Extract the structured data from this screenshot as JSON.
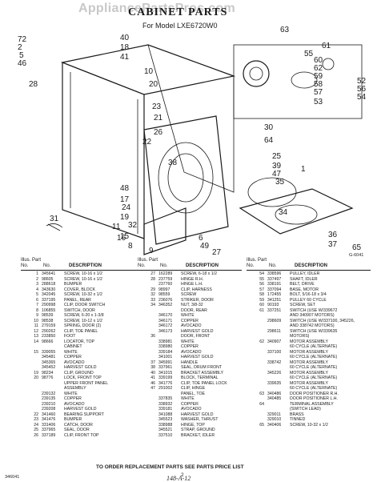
{
  "watermark": "AppliancePartsPros.com",
  "title": "CABINET PARTS",
  "subtitle": "For Model LXE6720W0",
  "figure_id": "G-6041",
  "callouts": [
    "72",
    "2",
    "5",
    "46",
    "40",
    "18",
    "41",
    "28",
    "10",
    "20",
    "23",
    "21",
    "26",
    "22",
    "38",
    "48",
    "17",
    "24",
    "19",
    "32",
    "15",
    "11",
    "31",
    "16",
    "8",
    "9",
    "6",
    "49",
    "27",
    "63",
    "61",
    "55",
    "60",
    "62",
    "59",
    "58",
    "57",
    "53",
    "52",
    "56",
    "54",
    "30",
    "64",
    "25",
    "39",
    "47",
    "35",
    "1",
    "34",
    "36",
    "37",
    "65"
  ],
  "parts_columns": [
    {
      "header": {
        "illus": "Illus. Part",
        "no": "No.",
        "pno": "No.",
        "desc": "DESCRIPTION"
      },
      "rows": [
        [
          "1",
          "345641",
          "SCREW, 10-16 x 1/2"
        ],
        [
          "2",
          "98605",
          "SCREW, 10-16 x 1/2"
        ],
        [
          "3",
          "288618",
          "BUMPER"
        ],
        [
          "4",
          "343630",
          "COVER, BLOCK"
        ],
        [
          "5",
          "342045",
          "SCREW, 10-32 x 1/2"
        ],
        [
          "6",
          "337195",
          "PANEL, REAR"
        ],
        [
          "7",
          "290998",
          "CLIP, DOOR SWITCH"
        ],
        [
          "8",
          "106855",
          "SWITCH, DOOR"
        ],
        [
          "9",
          "98539",
          "SCREW, 6-20 x 1-3/8"
        ],
        [
          "10",
          "98538",
          "SCREW, 10-12 x 1/2"
        ],
        [
          "11",
          "279159",
          "SPRING, DOOR (2)"
        ],
        [
          "12",
          "290262",
          "CLIP, TOE PANEL"
        ],
        [
          "13",
          "233850",
          "FOOT"
        ],
        [
          "14",
          "98666",
          "LOCATOR, TOP"
        ],
        [
          "",
          "",
          "CABINET"
        ],
        [
          "15",
          "339055",
          "WHITE"
        ],
        [
          "",
          "345481",
          "COPPER"
        ],
        [
          "",
          "345365",
          "AVOCADO"
        ],
        [
          "",
          "345452",
          "HARVEST GOLD"
        ],
        [
          "19",
          "98234",
          "CLIP, GROUND"
        ],
        [
          "20",
          "98776",
          "LOCK, FRONT TOP"
        ],
        [
          "",
          "",
          "UPPER FRONT PANEL"
        ],
        [
          "",
          "",
          "ASSEMBLY"
        ],
        [
          "",
          "239132",
          "WHITE"
        ],
        [
          "",
          "239135",
          "COPPER"
        ],
        [
          "",
          "239210",
          "AVOCADO"
        ],
        [
          "",
          "239208",
          "HARVEST GOLD"
        ],
        [
          "22",
          "341460",
          "BEARING SUPPORT"
        ],
        [
          "23",
          "341476",
          "BUMPER"
        ],
        [
          "24",
          "331406",
          "CATCH, DOOR"
        ],
        [
          "25",
          "337965",
          "SEAL, DOOR"
        ],
        [
          "26",
          "337189",
          "CLIP, FRONT TOP"
        ]
      ]
    },
    {
      "header": {
        "illus": "Illus. Part",
        "no": "No.",
        "pno": "No.",
        "desc": "DESCRIPTION"
      },
      "rows": [
        [
          "27",
          "162289",
          "SCREW, 6-18 x 1/2"
        ],
        [
          "28",
          "237759",
          "HINGE R.H."
        ],
        [
          "",
          "237760",
          "HINGE L.H."
        ],
        [
          "29",
          "98997",
          "CLIP, HARNESS"
        ],
        [
          "32",
          "98559",
          "SCREW"
        ],
        [
          "33",
          "236076",
          "STRIKER, DOOR"
        ],
        [
          "34",
          "346352",
          "NUT, 3/8-32"
        ],
        [
          "",
          "",
          "DOOR, REAR"
        ],
        [
          "",
          "346170",
          "WHITE"
        ],
        [
          "",
          "346171",
          "COPPER"
        ],
        [
          "",
          "346172",
          "AVOCADO"
        ],
        [
          "",
          "346173",
          "HARVEST GOLD"
        ],
        [
          "36",
          "",
          "DOOR, FRONT"
        ],
        [
          "",
          "338981",
          "WHITE"
        ],
        [
          "",
          "338980",
          "COPPER"
        ],
        [
          "",
          "339184",
          "AVOCADO"
        ],
        [
          "",
          "341001",
          "HARVEST GOLD"
        ],
        [
          "37",
          "345991",
          "HANDLE"
        ],
        [
          "38",
          "337961",
          "SEAL, DRUM FRONT"
        ],
        [
          "40",
          "341015",
          "BRACKET ASSEMBLY"
        ],
        [
          "41",
          "339199",
          "BLOCK, TERMINAL"
        ],
        [
          "46",
          "341776",
          "CLIP, TOE PANEL LOCK"
        ],
        [
          "47",
          "291002",
          "CLIP, HINGE"
        ],
        [
          "",
          "",
          "PANEL, TOE"
        ],
        [
          "",
          "337835",
          "WHITE"
        ],
        [
          "",
          "338932",
          "COPPER"
        ],
        [
          "",
          "339181",
          "AVOCADO"
        ],
        [
          "",
          "341088",
          "HARVEST GOLD"
        ],
        [
          "",
          "345523",
          "WASHER, THRUST"
        ],
        [
          "",
          "338988",
          "HINGE, TOP"
        ],
        [
          "",
          "345521",
          "STRAP, GROUND"
        ],
        [
          "",
          "337510",
          "BRACKET, IDLER"
        ]
      ]
    },
    {
      "header": {
        "illus": "Illus. Part",
        "no": "No.",
        "pno": "No.",
        "desc": "DESCRIPTION"
      },
      "rows": [
        [
          "54",
          "338596",
          "PULLEY, IDLER"
        ],
        [
          "55",
          "337497",
          "SHAFT, IDLER"
        ],
        [
          "56",
          "338191",
          "BELT, DRIVE"
        ],
        [
          "57",
          "337094",
          "BASE, MOTOR"
        ],
        [
          "58",
          "172455",
          "BOLT, 5/16-18 x 3/4"
        ],
        [
          "59",
          "341251",
          "PULLEY 60 CYCLE"
        ],
        [
          "60",
          "90193",
          "SCREW, SET"
        ],
        [
          "61",
          "337251",
          "SWITCH (USE W/339672"
        ],
        [
          "",
          "",
          "AND 340907 MOTORS)"
        ],
        [
          "",
          "298609",
          "SWITCH (USE W/337100, 345226,"
        ],
        [
          "",
          "",
          "AND 338742 MOTORS)"
        ],
        [
          "",
          "298611",
          "SWITCH (USE W/339635"
        ],
        [
          "",
          "",
          "MOTORS)"
        ],
        [
          "62",
          "340907",
          "MOTOR ASSEMBLY"
        ],
        [
          "",
          "",
          "60 CYCLE (ALTERNATE)"
        ],
        [
          "",
          "337100",
          "MOTOR ASSEMBLY"
        ],
        [
          "",
          "",
          "60 CYCLE (ALTERNATE)"
        ],
        [
          "",
          "338742",
          "MOTOR ASSEMBLY"
        ],
        [
          "",
          "",
          "60 CYCLE (ALTERNATE)"
        ],
        [
          "",
          "345226",
          "MOTOR ASSEMBLY"
        ],
        [
          "",
          "",
          "60 CYCLE (ALTERNATE)"
        ],
        [
          "",
          "339635",
          "MOTOR ASSEMBLY"
        ],
        [
          "",
          "",
          "60 CYCLE (ALTERNATE)"
        ],
        [
          "63",
          "340486",
          "DOOR POSITIONER R.H."
        ],
        [
          "",
          "340485",
          "DOOR POSITIONER L.H."
        ],
        [
          "64",
          "",
          "TERMINAL ASSEMBLY"
        ],
        [
          "",
          "",
          "(SWITCH LEAD)"
        ],
        [
          "",
          "329011",
          "BRASS"
        ],
        [
          "",
          "329010",
          "TINNED"
        ],
        [
          "65",
          "340406",
          "SCREW, 10-32 x 1/2"
        ]
      ]
    }
  ],
  "footer": "TO ORDER REPLACEMENT PARTS SEE PARTS PRICE LIST",
  "document_number": "346041",
  "page_number": "2",
  "handwritten_note": "148-A-12"
}
